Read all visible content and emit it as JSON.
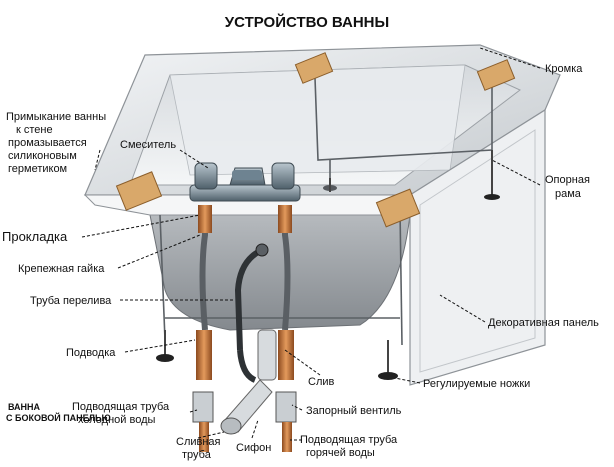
{
  "title": "УСТРОЙСТВО ВАННЫ",
  "labels": {
    "rim": "Кромка",
    "wall_joint": [
      "Примыкание ванны",
      "к стене",
      "промазывается",
      "силиконовым",
      "герметиком"
    ],
    "mixer": "Смеситель",
    "support_frame": [
      "Опорная",
      "рама"
    ],
    "gasket": "Прокладка",
    "fixing_nut": "Крепежная гайка",
    "overflow_pipe": "Труба перелива",
    "decorative_panel": "Декоративная панель",
    "supply": "Подводка",
    "drain": "Слив",
    "adjustable_legs": "Регулируемые ножки",
    "stop_valve": "Запорный вентиль",
    "cold_supply": [
      "Подводящая труба",
      "холодной воды"
    ],
    "hot_supply": [
      "Подводящая труба",
      "горячей воды"
    ],
    "drain_pipe": [
      "Сливная",
      "труба"
    ],
    "siphon": "Сифон",
    "caption": [
      "ВАННА",
      "С БОКОВОЙ ПАНЕЛЬЮ"
    ]
  },
  "colors": {
    "tub": "#e6e9ec",
    "tub_shade": "#c9cdd2",
    "tub_underside": "#9a9ea3",
    "wood": "#d9a86a",
    "copper": "#c8733a",
    "chrome": "#7a8f9c"
  }
}
